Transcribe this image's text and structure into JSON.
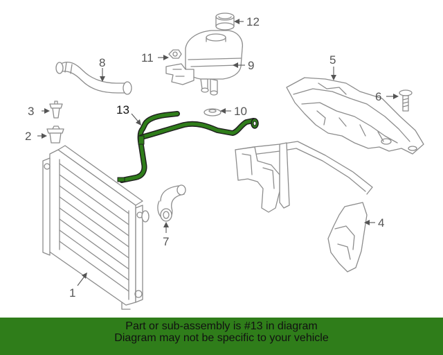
{
  "callouts": {
    "c1": "1",
    "c2": "2",
    "c3": "3",
    "c4": "4",
    "c5": "5",
    "c6": "6",
    "c7": "7",
    "c8": "8",
    "c9": "9",
    "c10": "10",
    "c11": "11",
    "c12": "12",
    "c13": "13"
  },
  "highlight_color": "#2f7d1a",
  "footer": {
    "line1": "Part or sub-assembly is #13 in diagram",
    "line2": "Diagram may not be specific to your vehicle"
  }
}
